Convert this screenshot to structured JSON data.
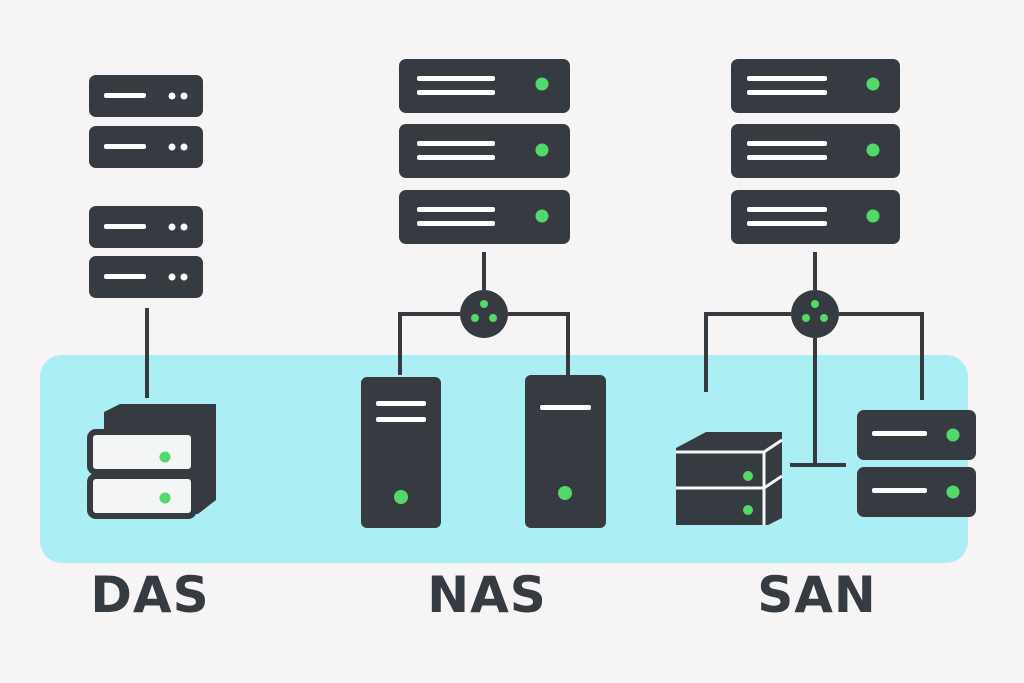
{
  "colors": {
    "background": "#f6f4f4",
    "storage_band": "#abeef4",
    "device": "#353b40",
    "indicator": "#53d86a",
    "stroke": "#353b40"
  },
  "sections": [
    {
      "id": "das",
      "label": "DAS"
    },
    {
      "id": "nas",
      "label": "NAS"
    },
    {
      "id": "san",
      "label": "SAN"
    }
  ],
  "icons": {
    "server": "rack-server-icon",
    "switch": "network-switch-icon",
    "tower": "tower-server-icon",
    "disk_array": "disk-array-icon"
  }
}
